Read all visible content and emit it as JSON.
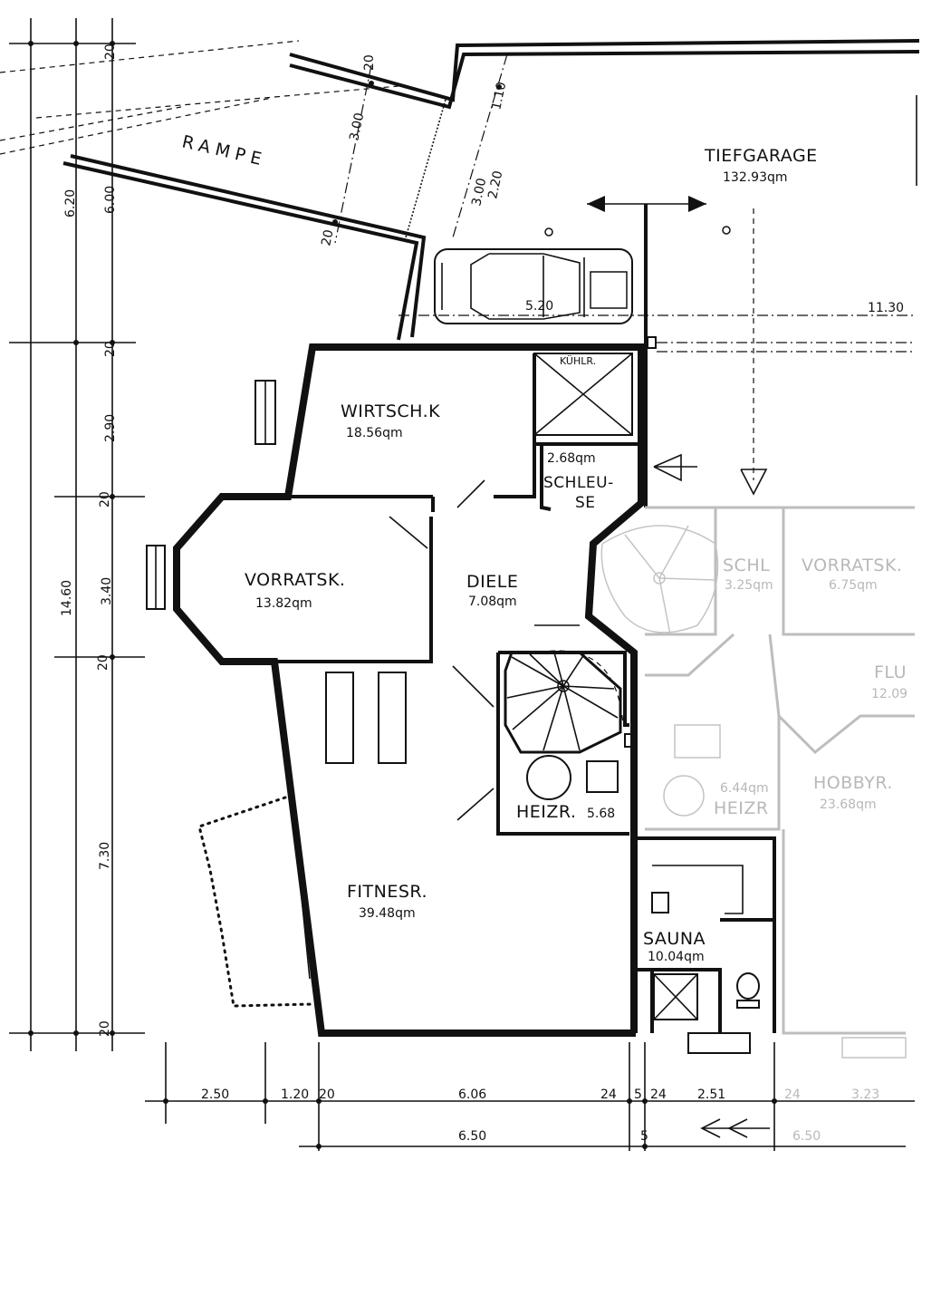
{
  "rooms": {
    "tiefgarage": {
      "name": "TIEFGARAGE",
      "area": "132.93qm"
    },
    "rampe": {
      "name": "RAMPE"
    },
    "kuehlraum": {
      "name": "KÜHLR."
    },
    "wirtschaftskeller": {
      "name": "WIRTSCH.K",
      "area": "18.56qm"
    },
    "schleuse": {
      "name_line1": "SCHLEU-",
      "name_line2": "SE",
      "area": "2.68qm"
    },
    "vorratskeller": {
      "name": "VORRATSK.",
      "area": "13.82qm"
    },
    "diele": {
      "name": "DIELE",
      "area": "7.08qm"
    },
    "heizraum": {
      "name": "HEIZR.",
      "area": "5.68"
    },
    "fitnessraum": {
      "name": "FITNESR.",
      "area": "39.48qm"
    },
    "sauna": {
      "name": "SAUNA",
      "area": "10.04qm"
    }
  },
  "neighbor_rooms": {
    "schleuse": {
      "name": "SCHL",
      "area": "3.25qm"
    },
    "vorratskeller": {
      "name": "VORRATSK.",
      "area": "6.75qm"
    },
    "flur": {
      "name": "FLU",
      "area": "12.09"
    },
    "heizraum": {
      "name": "HEIZR",
      "area": "6.44qm"
    },
    "hobbyraum": {
      "name": "HOBBYR.",
      "area": "23.68qm"
    }
  },
  "car_length": "5.20",
  "dimensions": {
    "left_outer": [
      "20",
      "6.20",
      "14.60"
    ],
    "left_inner": [
      "6.00",
      "20",
      "2.90",
      "20",
      "3.40",
      "20",
      "7.30",
      "20"
    ],
    "rampe": [
      "20",
      "3.00",
      "20"
    ],
    "ramp_entry": [
      "1.10",
      "3.00",
      "2.20"
    ],
    "garage_width": "11.30",
    "bottom_row1": [
      "2.50",
      "1.20",
      "20",
      "6.06",
      "24",
      "5",
      "24",
      "2.51",
      "24",
      "3.23"
    ],
    "bottom_row2": [
      "6.50",
      "5",
      "6.50"
    ]
  }
}
